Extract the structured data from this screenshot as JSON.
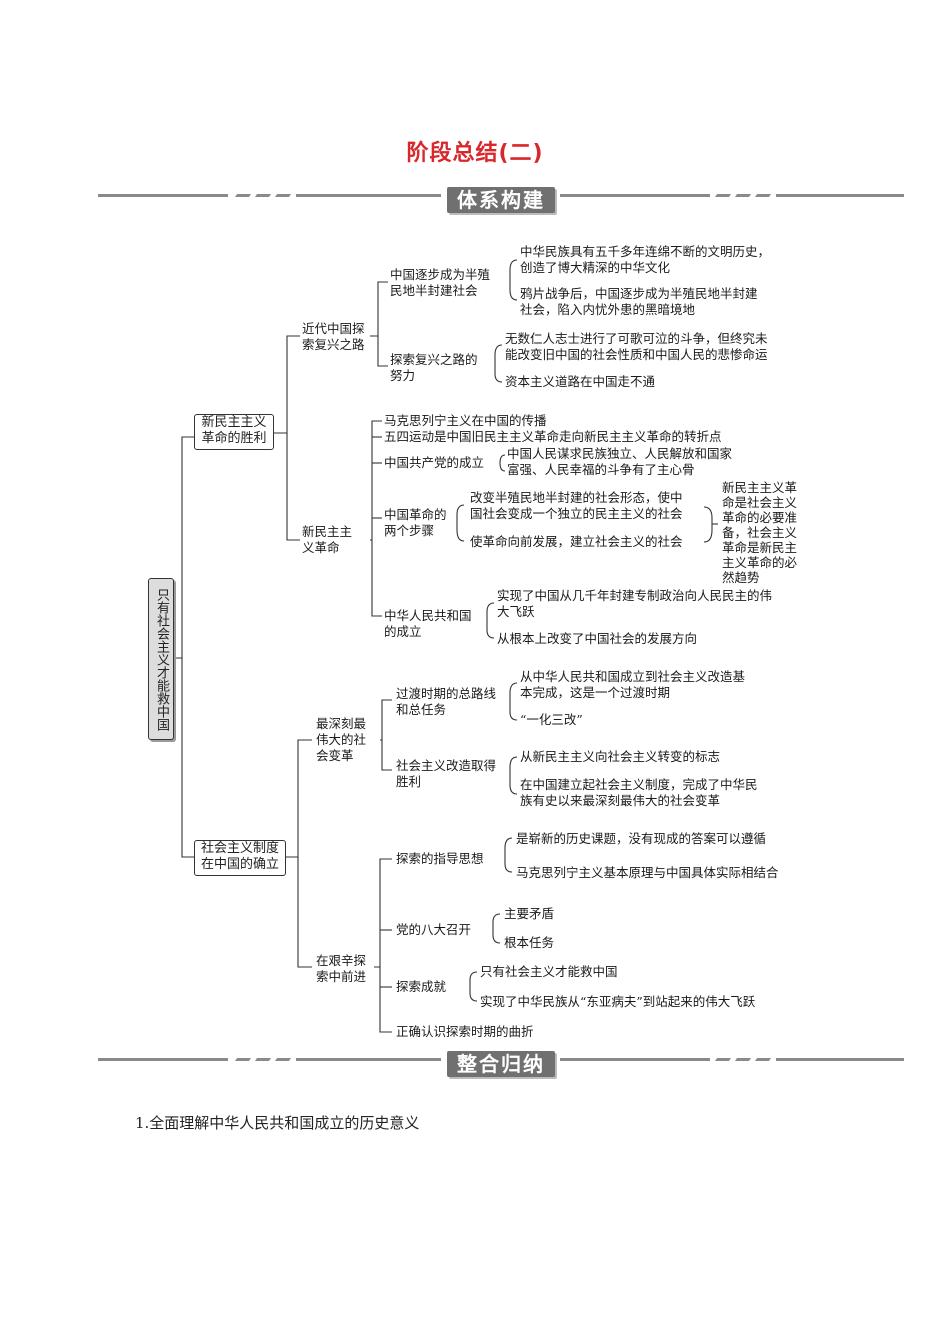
{
  "page_title": "阶段总结(二)",
  "section1": "体系构建",
  "section2": "整合归纳",
  "root": "只有社会主义才能救中国",
  "branch1": {
    "label_l1": "新民主主义",
    "label_l2": "革命的胜利",
    "a": {
      "label_l1": "近代中国探",
      "label_l2": "索复兴之路",
      "a1": {
        "l1": "中国逐步成为半殖",
        "l2": "民地半封建社会",
        "i1_l1": "中华民族具有五千多年连绵不断的文明历史，",
        "i1_l2": "创造了博大精深的中华文化",
        "i2_l1": "鸦片战争后，中国逐步成为半殖民地半封建",
        "i2_l2": "社会，陷入内忧外患的黑暗境地"
      },
      "a2": {
        "l1": "探索复兴之路的",
        "l2": "努力",
        "i1_l1": "无数仁人志士进行了可歌可泣的斗争，但终究未",
        "i1_l2": "能改变旧中国的社会性质和中国人民的悲惨命运",
        "i2": "资本主义道路在中国走不通"
      }
    },
    "b": {
      "label_l1": "新民主主",
      "label_l2": "义革命",
      "b1": "马克思列宁主义在中国的传播",
      "b2": "五四运动是中国旧民主主义革命走向新民主主义革命的转折点",
      "b3": {
        "label": "中国共产党的成立",
        "t_l1": "中国人民谋求民族独立、人民解放和国家",
        "t_l2": "富强、人民幸福的斗争有了主心骨"
      },
      "b4": {
        "l1": "中国革命的",
        "l2": "两个步骤",
        "i1_l1": "改变半殖民地半封建的社会形态，使中",
        "i1_l2": "国社会变成一个独立的民主主义的社会",
        "i2": "使革命向前发展，建立社会主义的社会",
        "note": [
          "新民主主义革",
          "命是社会主义",
          "革命的必要准",
          "备，社会主义",
          "革命是新民主",
          "主义革命的必",
          "然趋势"
        ]
      },
      "b5": {
        "l1": "中华人民共和国",
        "l2": "的成立",
        "i1_l1": "实现了中国从几千年封建专制政治向人民民主的伟",
        "i1_l2": "大飞跃",
        "i2": "从根本上改变了中国社会的发展方向"
      }
    }
  },
  "branch2": {
    "label_l1": "社会主义制度",
    "label_l2": "在中国的确立",
    "a": {
      "l1": "最深刻最",
      "l2": "伟大的社",
      "l3": "会变革",
      "a1": {
        "l1": "过渡时期的总路线",
        "l2": "和总任务",
        "i1_l1": "从中华人民共和国成立到社会主义改造基",
        "i1_l2": "本完成，这是一个过渡时期",
        "i2": "“一化三改”"
      },
      "a2": {
        "l1": "社会主义改造取得",
        "l2": "胜利",
        "i1": "从新民主主义向社会主义转变的标志",
        "i2_l1": "在中国建立起社会主义制度，完成了中华民",
        "i2_l2": "族有史以来最深刻最伟大的社会变革"
      }
    },
    "b": {
      "l1": "在艰辛探",
      "l2": "索中前进",
      "b1": {
        "label": "探索的指导思想",
        "i1": "是崭新的历史课题，没有现成的答案可以遵循",
        "i2": "马克思列宁主义基本原理与中国具体实际相结合"
      },
      "b2": {
        "label": "党的八大召开",
        "i1": "主要矛盾",
        "i2": "根本任务"
      },
      "b3": {
        "label": "探索成就",
        "i1": "只有社会主义才能救中国",
        "i2": "实现了中华民族从“东亚病夫”到站起来的伟大飞跃"
      },
      "b4": "正确认识探索时期的曲折"
    }
  },
  "footer": "1.全面理解中华人民共和国成立的历史意义"
}
